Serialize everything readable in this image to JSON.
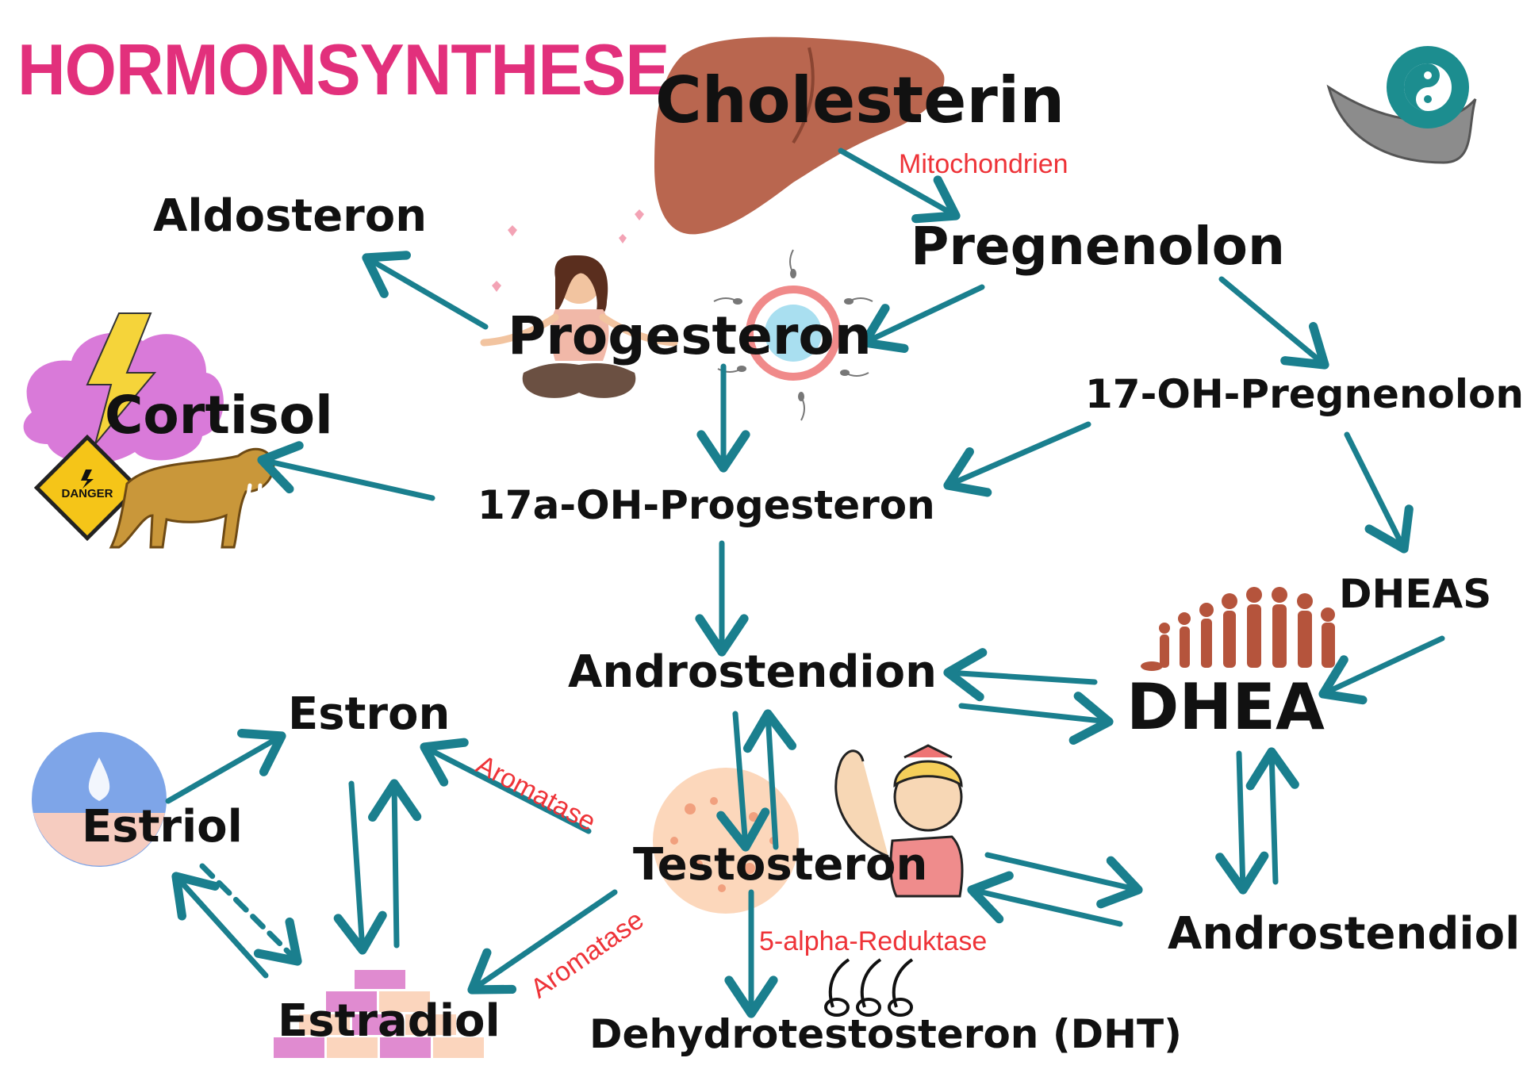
{
  "title": "HORMONSYNTHESE",
  "colors": {
    "arrow": "#1a7f8e",
    "title": "#e2307c",
    "enzyme": "#ee3338",
    "text": "#111111"
  },
  "nodes": {
    "cholesterin": "Cholesterin",
    "pregnenolon": "Pregnenolon",
    "progesteron": "Progesteron",
    "aldosteron": "Aldosteron",
    "cortisol": "Cortisol",
    "oh_pregnenolon": "17-OH-Pregnenolon",
    "oh_progesteron": "17a-OH-Progesteron",
    "dheas": "DHEAS",
    "dhea": "DHEA",
    "androstendion": "Androstendion",
    "estron": "Estron",
    "estriol": "Estriol",
    "testosteron": "Testosteron",
    "estradiol": "Estradiol",
    "androstendiol": "Androstendiol",
    "dht": "Dehydrotestosteron (DHT)"
  },
  "enzymes": {
    "mitochondrien": "Mitochondrien",
    "aromatase_estron": "Aromatase",
    "aromatase_estradiol": "Aromatase",
    "reduktase": "5-alpha-Reduktase"
  },
  "danger_label": "DANGER",
  "icons": {
    "liver": "liver-icon",
    "meditation": "meditating-woman-icon",
    "ovum": "egg-cell-sperm-icon",
    "stress": "storm-cloud-lightning-icon",
    "danger": "danger-sign-icon",
    "tiger": "sabre-tooth-tiger-icon",
    "evolution": "human-lifecycle-icon",
    "skin": "water-drop-skin-icon",
    "strong_woman": "strong-woman-icon",
    "skin_cells": "skin-cells-icon",
    "bricks": "brick-stack-icon",
    "hair": "hair-follicle-icon",
    "logo": "yin-yang-boat-logo"
  }
}
